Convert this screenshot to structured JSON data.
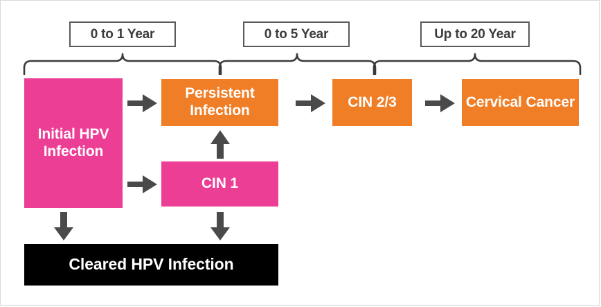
{
  "diagram": {
    "title": "HPV infection to cervical cancer progression timeline",
    "colors": {
      "pink": "#ED3E96",
      "orange": "#F07E26",
      "black": "#000000",
      "arrow_gray": "#4A4A4A",
      "brace_gray": "#3B3B3B",
      "label_border": "#58595B",
      "frame": "#D9D9D9",
      "text_on_fill": "#FFFFFF",
      "label_text": "#3B3B3B"
    },
    "time_labels": [
      {
        "id": "t1",
        "text": "0 to 1 Year"
      },
      {
        "id": "t2",
        "text": "0 to 5 Year"
      },
      {
        "id": "t3",
        "text": "Up to 20 Year"
      }
    ],
    "nodes": [
      {
        "id": "initial-hpv-infection",
        "text": "Initial HPV Infection",
        "color": "pink",
        "font_size": 21
      },
      {
        "id": "persistent-infection",
        "text": "Persistent Infection",
        "color": "orange",
        "font_size": 21
      },
      {
        "id": "cin-2-3",
        "text": "CIN 2/3",
        "color": "orange",
        "font_size": 21
      },
      {
        "id": "cervical-cancer",
        "text": "Cervical Cancer",
        "color": "orange",
        "font_size": 21
      },
      {
        "id": "cin-1",
        "text": "CIN 1",
        "color": "pink",
        "font_size": 21
      },
      {
        "id": "cleared-hpv-infection",
        "text": "Cleared HPV Infection",
        "color": "black",
        "font_size": 23
      }
    ],
    "arrows": [
      {
        "id": "initial-to-persistent",
        "direction": "right",
        "from": "initial-hpv-infection",
        "to": "persistent-infection"
      },
      {
        "id": "persistent-to-cin23",
        "direction": "right",
        "from": "persistent-infection",
        "to": "cin-2-3"
      },
      {
        "id": "cin23-to-cancer",
        "direction": "right",
        "from": "cin-2-3",
        "to": "cervical-cancer"
      },
      {
        "id": "initial-to-cin1",
        "direction": "right",
        "from": "initial-hpv-infection",
        "to": "cin-1"
      },
      {
        "id": "cin1-to-persistent",
        "direction": "up",
        "from": "cin-1",
        "to": "persistent-infection"
      },
      {
        "id": "initial-to-cleared",
        "direction": "down",
        "from": "initial-hpv-infection",
        "to": "cleared-hpv-infection"
      },
      {
        "id": "cin1-to-cleared",
        "direction": "down",
        "from": "cin-1",
        "to": "cleared-hpv-infection"
      }
    ],
    "braces": [
      {
        "id": "brace-0-1-year",
        "label": "0 to 1 Year",
        "spans": [
          "initial-hpv-infection",
          "persistent-infection"
        ]
      },
      {
        "id": "brace-0-5-year",
        "label": "0 to 5 Year",
        "spans": [
          "persistent-infection",
          "cin-2-3"
        ]
      },
      {
        "id": "brace-up-to-20",
        "label": "Up to 20 Year",
        "spans": [
          "cin-2-3",
          "cervical-cancer"
        ]
      }
    ]
  }
}
